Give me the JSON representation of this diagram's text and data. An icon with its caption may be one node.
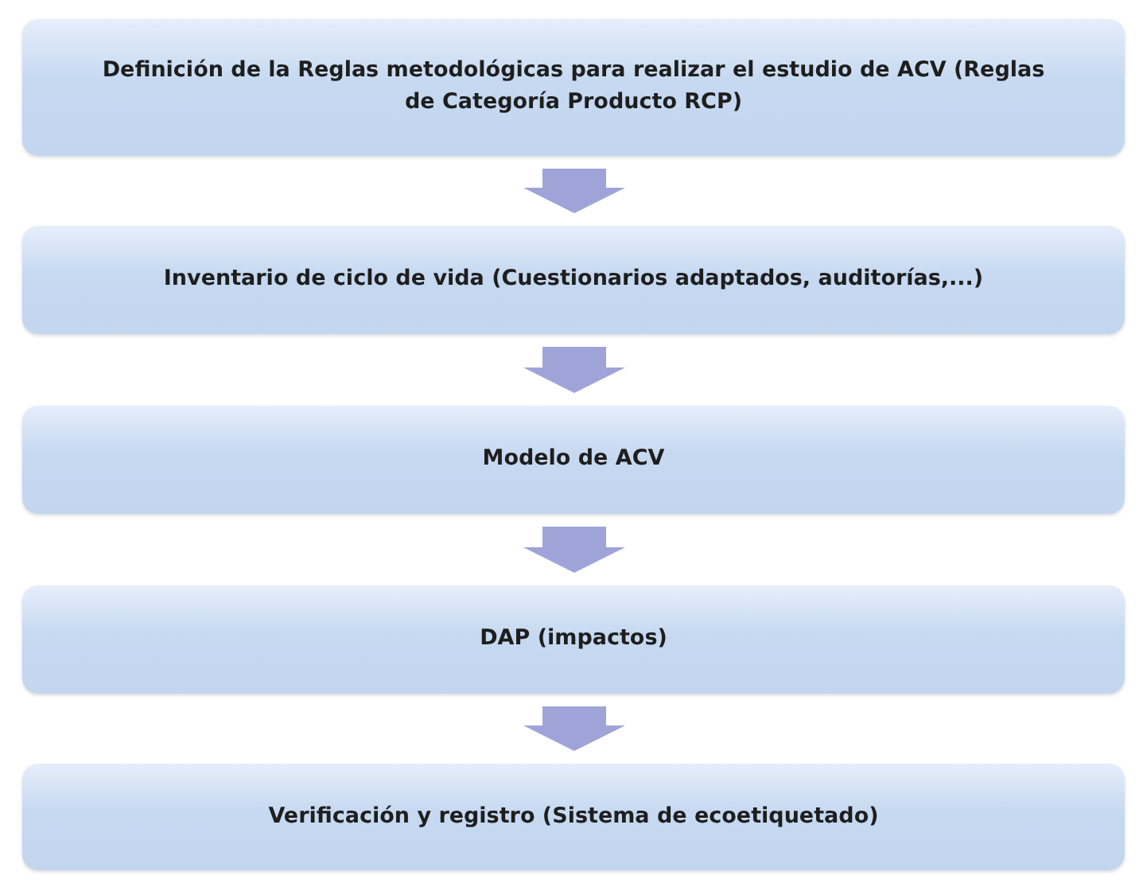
{
  "diagram": {
    "nodes": [
      {
        "text": [
          "Definición de la Reglas metodológicas para realizar el estudio de ACV (Reglas de Categoría Producto RCP)"
        ]
      },
      {
        "text": [
          "Inventario de ciclo de vida (Cuestionarios adaptados, auditorías,...)"
        ]
      },
      {
        "text": [
          "Modelo de ACV"
        ]
      },
      {
        "text": [
          "DAP (impactos)"
        ]
      },
      {
        "text": [
          "Verificación y registro (Sistema de ecoetiquetado)"
        ]
      }
    ],
    "edges": [
      {
        "from": 0,
        "to": 1,
        "arrow": "to"
      },
      {
        "from": 1,
        "to": 2,
        "arrow": "to"
      },
      {
        "from": 2,
        "to": 3,
        "arrow": "to"
      },
      {
        "from": 3,
        "to": 4,
        "arrow": "to"
      }
    ]
  }
}
